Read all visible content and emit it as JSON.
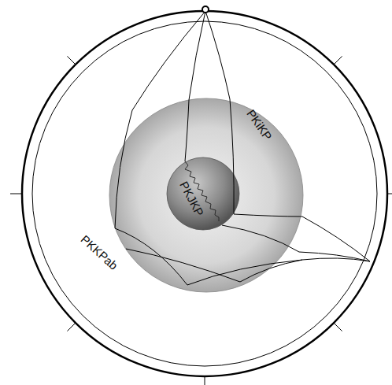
{
  "diagram": {
    "labels": [
      "PKiKP",
      "PKJKP",
      "PKKPab"
    ]
  }
}
